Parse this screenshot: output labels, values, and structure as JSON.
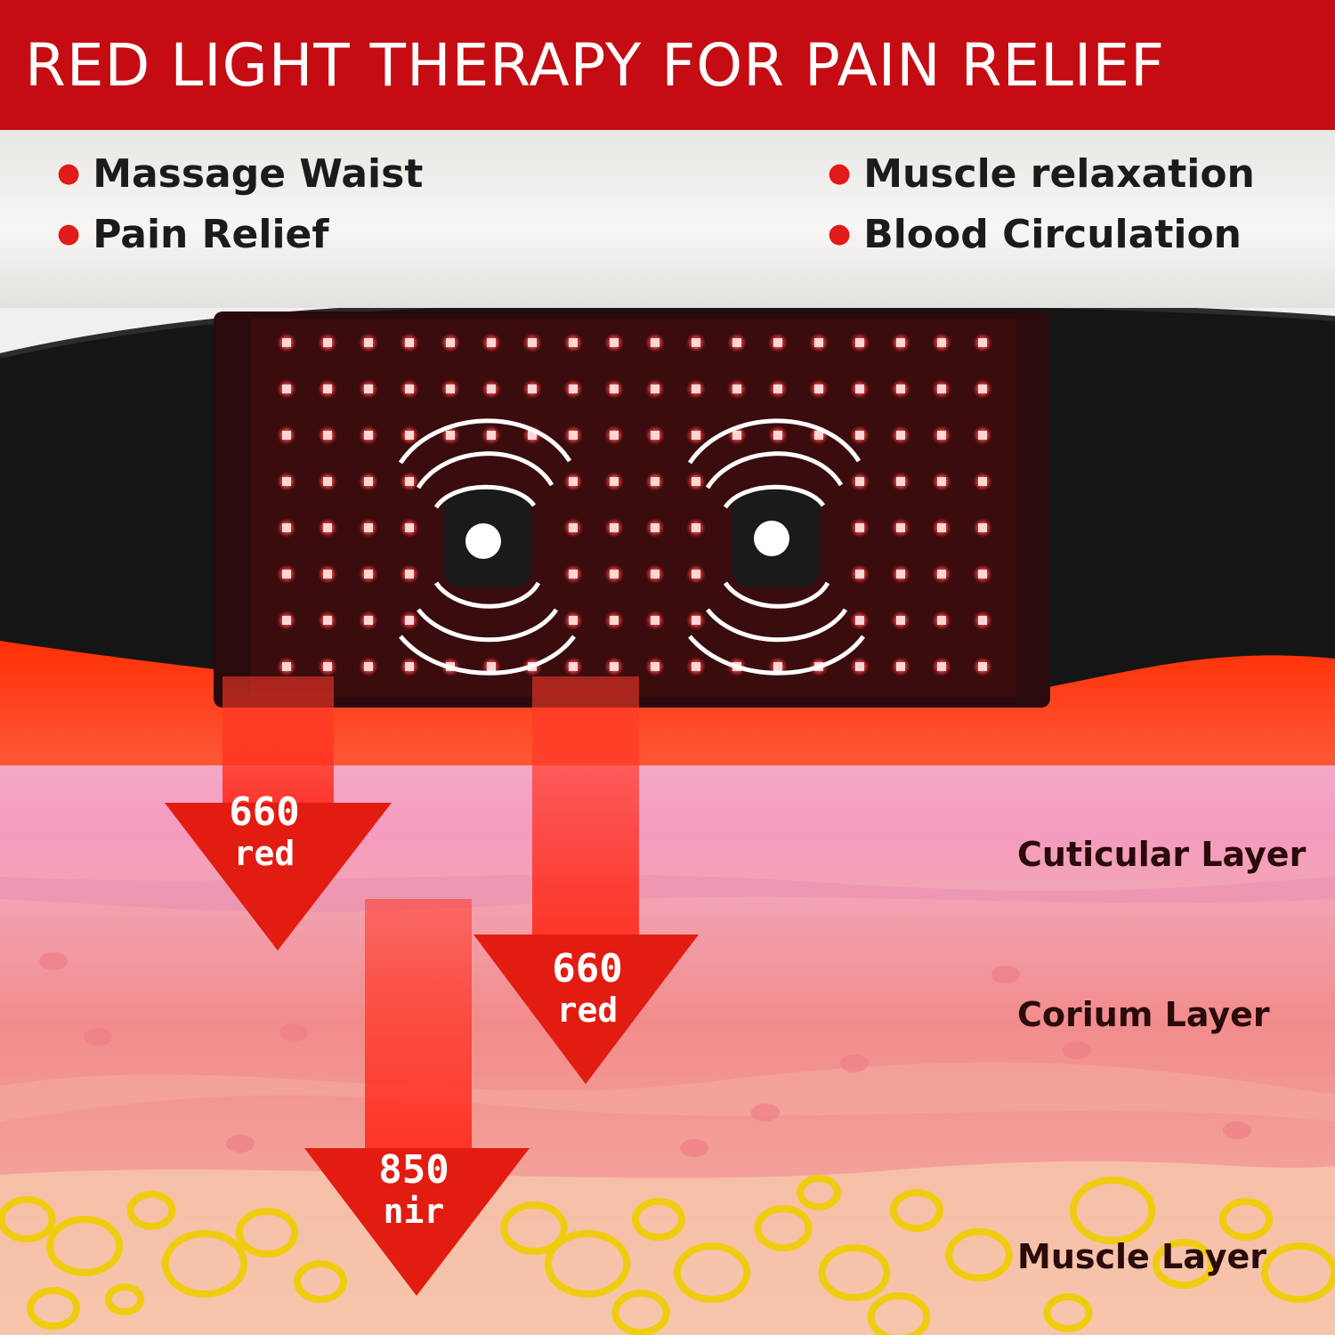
{
  "banner": {
    "title": "RED LIGHT THERAPY FOR PAIN RELIEF",
    "color": "#c40c12"
  },
  "benefits": {
    "left": [
      "Massage Waist",
      "Pain Relief"
    ],
    "right": [
      "Muscle relaxation",
      "Blood Circulation"
    ],
    "bullet_color": "#e11a1a"
  },
  "arrows": [
    {
      "value": "660",
      "unit": "red"
    },
    {
      "value": "660",
      "unit": "red"
    },
    {
      "value": "850",
      "unit": "nir"
    }
  ],
  "layers": [
    "Cuticular Layer",
    "Corium Layer",
    "Muscle Layer"
  ],
  "colors": {
    "led": "#ff2a2a",
    "belt": "#141414",
    "skin_top": "#f1a9bf",
    "skin_mid": "#f08f8f",
    "muscle": "#f6c6a8",
    "cells": "#f2d21a"
  }
}
